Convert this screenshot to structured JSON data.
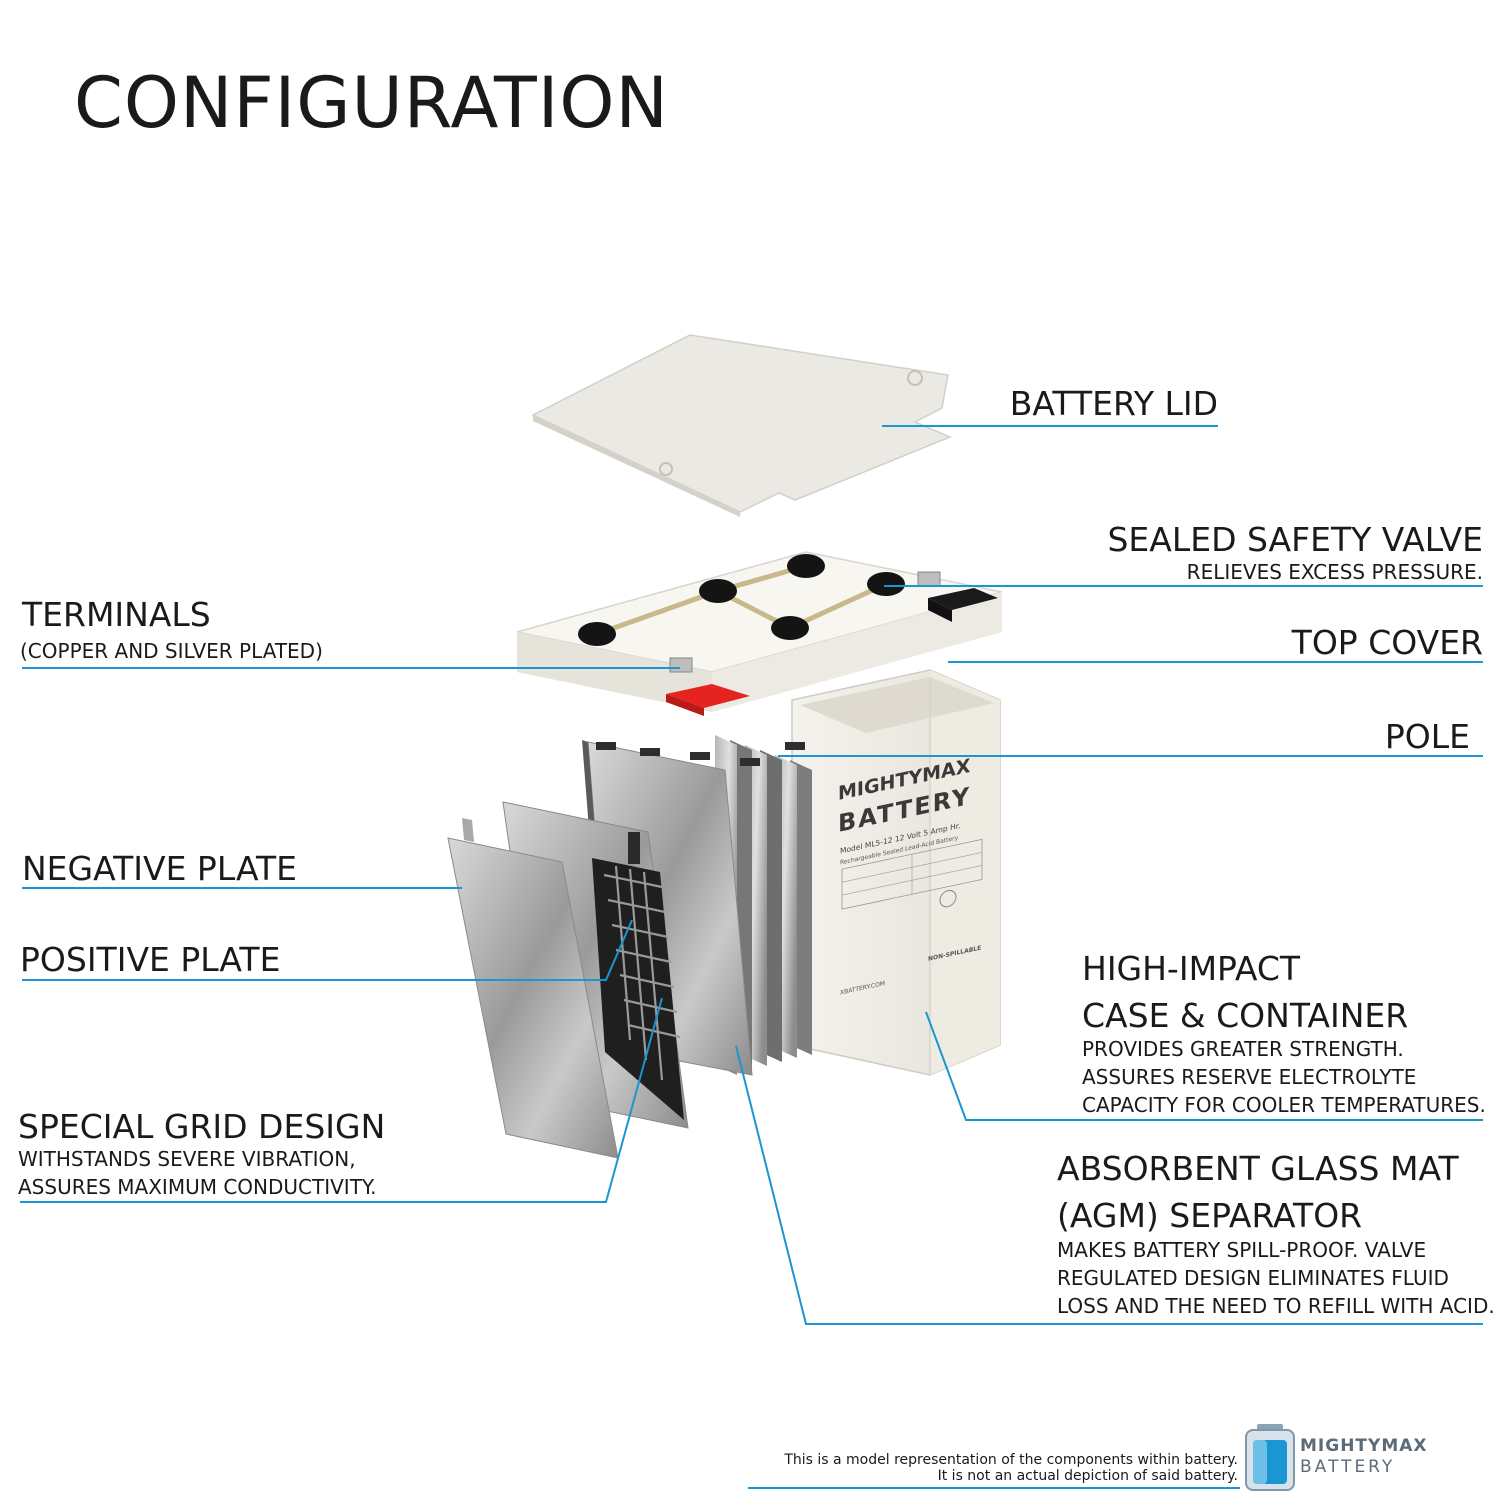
{
  "title": "CONFIGURATION",
  "battery_lid": {
    "label": "BATTERY LID"
  },
  "safety_valve": {
    "label": "SEALED SAFETY VALVE",
    "desc": "RELIEVES EXCESS PRESSURE."
  },
  "terminals": {
    "label": "TERMINALS",
    "desc": "(COPPER AND SILVER PLATED)"
  },
  "top_cover": {
    "label": "TOP COVER"
  },
  "pole": {
    "label": "POLE"
  },
  "negative_plate": {
    "label": "NEGATIVE PLATE"
  },
  "positive_plate": {
    "label": "POSITIVE PLATE"
  },
  "case": {
    "label_1": "HIGH-IMPACT",
    "label_2": "CASE & CONTAINER",
    "desc_1": "PROVIDES GREATER STRENGTH.",
    "desc_2": "ASSURES RESERVE ELECTROLYTE",
    "desc_3": "CAPACITY FOR COOLER TEMPERATURES."
  },
  "grid": {
    "label": "SPECIAL GRID DESIGN",
    "desc_1": "WITHSTANDS SEVERE VIBRATION,",
    "desc_2": "ASSURES MAXIMUM CONDUCTIVITY."
  },
  "agm": {
    "label_1": "ABSORBENT GLASS MAT",
    "label_2": "(AGM) SEPARATOR",
    "desc_1": "MAKES BATTERY SPILL-PROOF. VALVE",
    "desc_2": "REGULATED DESIGN ELIMINATES FLUID",
    "desc_3": "LOSS AND THE NEED TO REFILL WITH ACID."
  },
  "footer": {
    "line_1": "This is a model representation of the components within battery.",
    "line_2": "It is not an actual depiction of said battery."
  },
  "brand": {
    "logo_line_1": "MIGHTYMAX",
    "logo_line_2": "BATTERY"
  },
  "label_sticker": {
    "brand_1": "MIGHTYMAX",
    "brand_2": "BATTERY",
    "model": "Model ML5-12  12 Volt 5 Amp Hr.",
    "type": "Rechargeable Sealed Lead-Acid Battery",
    "site": "XBATTERY.COM",
    "non_spill": "NON-SPILLABLE"
  },
  "colors": {
    "accent": "#1a96d2",
    "text": "#1a1a1a",
    "plastic": "#f0ede6",
    "terminal_red": "#e5241f"
  }
}
